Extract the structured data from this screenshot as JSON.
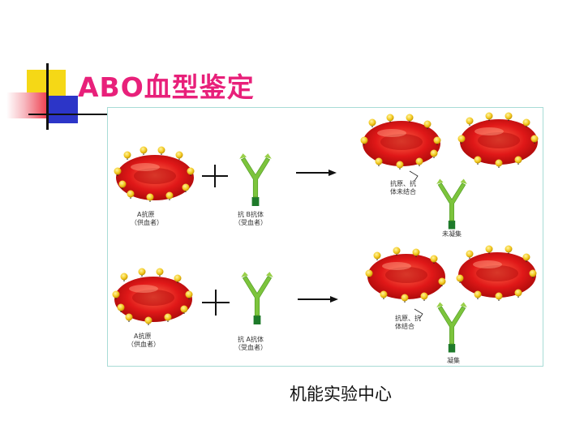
{
  "slide": {
    "title": "ABO血型鉴定",
    "footer": "机能实验中心"
  },
  "figure": {
    "row1": {
      "antigen_label": "A抗原",
      "antigen_sub": "（供血者）",
      "antibody_label": "抗 B抗体",
      "antibody_sub": "（受血者）",
      "result_binding": "抗原、抗",
      "result_binding_2": "体未结合",
      "result_label": "未凝集"
    },
    "row2": {
      "antigen_label": "A抗原",
      "antigen_sub": "（供血者）",
      "antibody_label": "抗 A抗体",
      "antibody_sub": "（受血者）",
      "result_binding": "抗原、抗",
      "result_binding_2": "体结合",
      "result_label": "凝集"
    },
    "colors": {
      "cell": "#e01818",
      "antigen": "#f2c81e",
      "antibody": "#7cc43c",
      "antibody_base": "#1e7a2a"
    }
  }
}
